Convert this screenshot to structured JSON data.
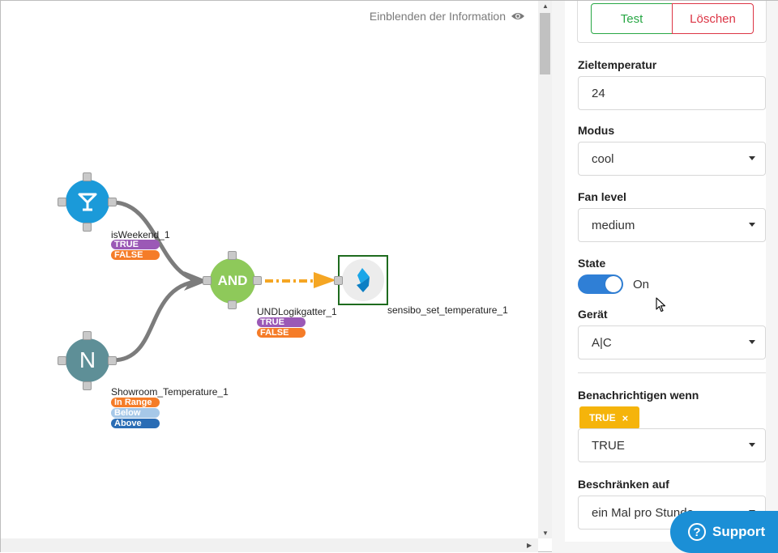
{
  "canvas": {
    "info_link": "Einblenden der Information",
    "nodes": {
      "weekend": {
        "name": "isWeekend_1",
        "outputs": [
          "TRUE",
          "FALSE"
        ]
      },
      "temperature": {
        "glyph": "N",
        "name": "Showroom_Temperature_1",
        "outputs": [
          "In Range",
          "Below",
          "Above"
        ]
      },
      "and_gate": {
        "glyph": "AND",
        "name": "UNDLogikgatter_1",
        "outputs": [
          "TRUE",
          "FALSE"
        ]
      },
      "action": {
        "name": "sensibo_set_temperature_1"
      }
    },
    "colors": {
      "true_tag": "#9b59b6",
      "false_tag": "#f57c28",
      "in_range": "#f57c28",
      "below": "#a6c8e8",
      "above": "#2a6db5",
      "weekend_node": "#1b9ad9",
      "temperature_node": "#5e8f97",
      "and_node": "#8ec95a",
      "action_wire": "#f5a623"
    }
  },
  "panel": {
    "buttons": {
      "test": "Test",
      "delete": "Löschen"
    },
    "target_temp": {
      "label": "Zieltemperatur",
      "value": "24"
    },
    "mode": {
      "label": "Modus",
      "value": "cool"
    },
    "fan": {
      "label": "Fan level",
      "value": "medium"
    },
    "state": {
      "label": "State",
      "value": "On",
      "on": true
    },
    "device": {
      "label": "Gerät",
      "value": "A|C"
    },
    "notify": {
      "label": "Benachrichtigen wenn",
      "chip": "TRUE",
      "chip_remove": "×",
      "value": "TRUE"
    },
    "limit": {
      "label": "Beschränken auf",
      "value": "ein Mal pro Stunde"
    }
  },
  "support": {
    "label": "Support",
    "icon": "?"
  }
}
